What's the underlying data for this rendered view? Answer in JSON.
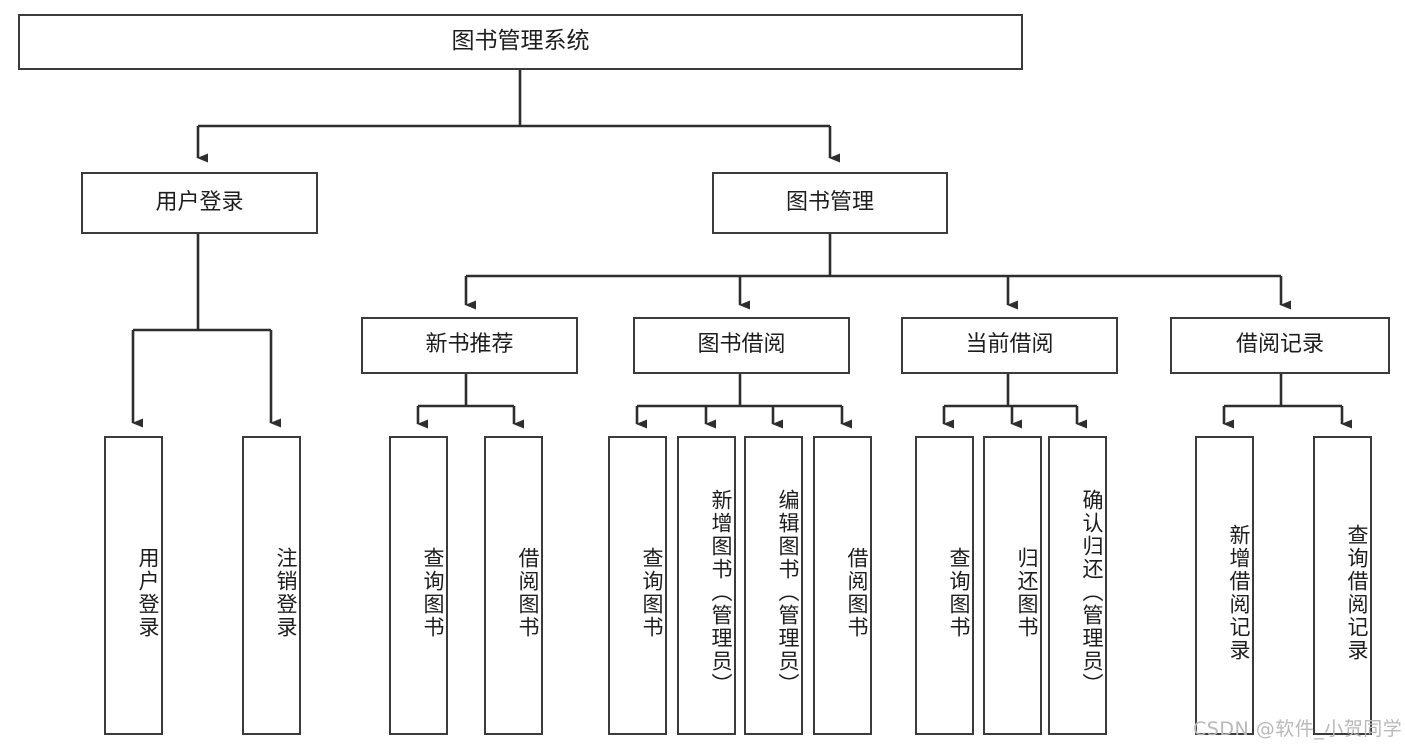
{
  "diagram": {
    "title": "图书管理系统",
    "type": "hierarchy-tree",
    "root": {
      "label": "图书管理系统"
    },
    "level1": [
      {
        "label": "用户登录"
      },
      {
        "label": "图书管理"
      }
    ],
    "level2": [
      {
        "label": "新书推荐"
      },
      {
        "label": "图书借阅"
      },
      {
        "label": "当前借阅"
      },
      {
        "label": "借阅记录"
      }
    ],
    "leaves": {
      "user_login": [
        "用户登录",
        "注销登录"
      ],
      "new_book_recommend": [
        "查询图书",
        "借阅图书"
      ],
      "book_borrow": [
        "查询图书",
        "新增图书（管理员）",
        "编辑图书（管理员）",
        "借阅图书"
      ],
      "current_borrow": [
        "查询图书",
        "归还图书",
        "确认归还（管理员）"
      ],
      "borrow_record": [
        "新增借阅记录",
        "查询借阅记录"
      ]
    }
  },
  "watermark": {
    "text": "CSDN @软件_小贺同学"
  },
  "colors": {
    "box_border": "#3b3b3b",
    "box_fill": "#ffffff",
    "text": "#1d1d1d",
    "connector": "#2e2e2e",
    "watermark": "#b9b9b9"
  }
}
